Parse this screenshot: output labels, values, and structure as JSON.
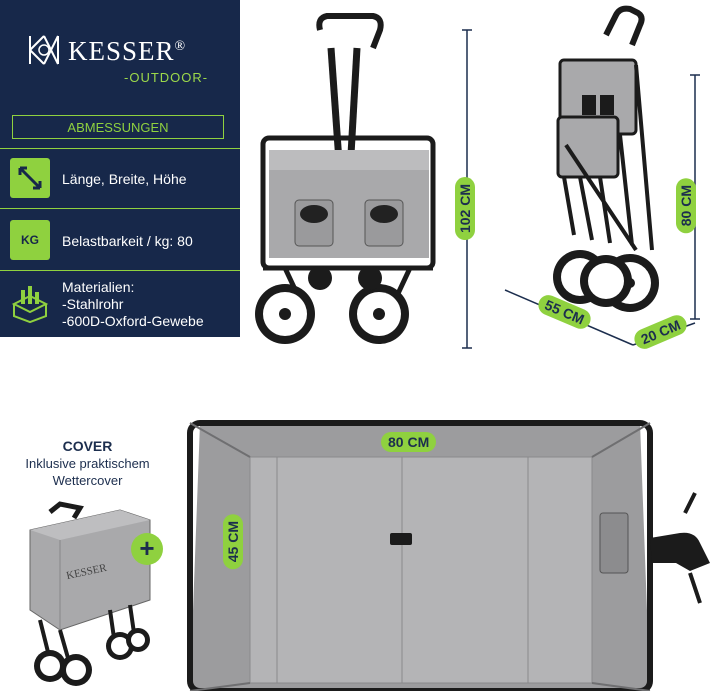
{
  "brand": {
    "name": "KESSER",
    "reg": "®",
    "subtitle": "-OUTDOOR-"
  },
  "panel": {
    "section_label": "ABMESSUNGEN",
    "rows": [
      {
        "icon": "dimensions-icon",
        "text": "Länge, Breite, Höhe"
      },
      {
        "icon": "weight-kg-icon",
        "icon_text": "KG",
        "text": "Belastbarkeit / kg: 80"
      },
      {
        "icon": "materials-icon",
        "lines": [
          "Materialien:",
          "-Stahlrohr",
          "-600D-Oxford-Gewebe"
        ]
      }
    ]
  },
  "dimensions": {
    "height_open": "102 CM",
    "height_folded": "80 CM",
    "folded_length": "55 CM",
    "folded_width": "20 CM",
    "top_length": "80 CM",
    "top_width": "45 CM"
  },
  "cover": {
    "title": "COVER",
    "line1": "Inklusive praktischem",
    "line2": "Wettercover",
    "plus": "+",
    "bag_brand": "KESSER"
  },
  "colors": {
    "navy": "#17284a",
    "accent": "#8fd13f",
    "gray": "#a9a9ab",
    "frame": "#1b1b1b"
  }
}
